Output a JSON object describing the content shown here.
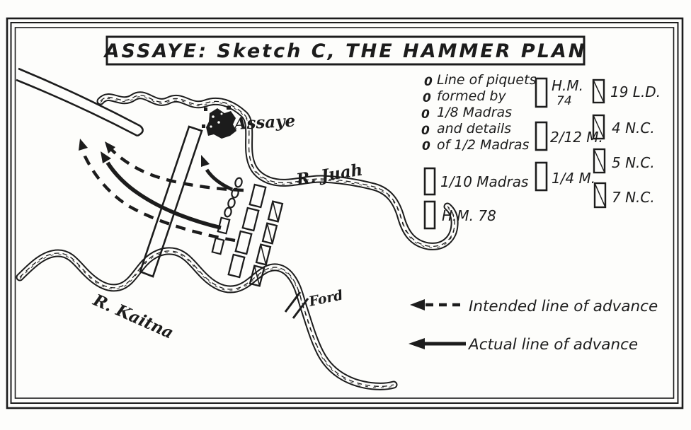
{
  "colors": {
    "ink": "#1c1c1c",
    "paper": "#fdfdfb"
  },
  "title": "ASSAYE: Sketch C, THE HAMMER PLAN",
  "map": {
    "village": "Assaye",
    "river_north": "R. Juah",
    "river_south": "R. Kaitna",
    "ford": "Ford"
  },
  "legend": {
    "piquets": {
      "marker": "0",
      "lines": [
        "Line of piquets",
        "formed by",
        "1/8 Madras",
        "and details",
        "of 1/2 Madras"
      ]
    },
    "infantry_left": [
      "1/10 Madras",
      "H.M. 78"
    ],
    "infantry_mid": {
      "hm74_top": "H.M.",
      "hm74_bottom": "74",
      "m212": "2/12 M.",
      "m14": "1/4 M."
    },
    "cavalry": [
      "19 L.D.",
      "4 N.C.",
      "5 N.C.",
      "7 N.C."
    ],
    "advance": {
      "intended": "Intended line of advance",
      "actual": "Actual line of advance"
    }
  }
}
